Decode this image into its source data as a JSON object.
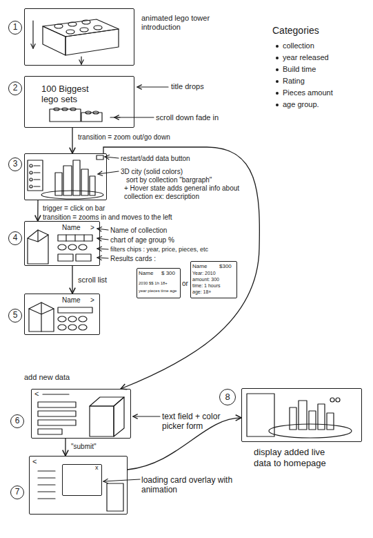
{
  "diagram": {
    "nodes": [
      {
        "text": [
          "1"
        ]
      },
      {
        "text": [
          "2",
          "100 Biggest lego sets"
        ]
      },
      {
        "text": [
          "3"
        ]
      },
      {
        "text": [
          "4",
          "Name",
          ">"
        ]
      },
      {
        "text": [
          "Name",
          "$ 300",
          "2030  $$  1h  18+",
          "year pieces time age"
        ]
      },
      {
        "text": [
          "Name",
          "$300",
          "Year: 2010",
          "amount: 300",
          "time: 1 hours",
          "age: 18+"
        ]
      },
      {
        "text": [
          "5",
          "Name",
          ">"
        ]
      },
      {
        "text": [
          "6",
          "<"
        ]
      },
      {
        "text": [
          "7",
          "<"
        ]
      },
      {
        "text": [
          "x"
        ],
        "in": 8
      },
      {
        "text": [
          "8"
        ]
      }
    ],
    "edges": [
      {
        "from": 1,
        "to": 2,
        "arrow": "to",
        "label": "transition = zoom out/go down"
      },
      {
        "from": 2,
        "to": 3,
        "arrow": "to",
        "label": "trigger = click on bar"
      },
      {
        "from": 3,
        "to": 6,
        "arrow": "to",
        "label": "scroll list"
      },
      {
        "from": 2,
        "to": 7,
        "arrow": "to"
      },
      {
        "from": 7,
        "to": 8,
        "arrow": "to",
        "label": "\"submit\""
      },
      {
        "from": 8,
        "to": 10,
        "arrow": "to"
      }
    ],
    "labels": [
      "animated lego tower introduction",
      "Categories",
      "collection",
      "year released",
      "Build time",
      "Rating",
      "Pieces amount",
      "age group.",
      "title drops",
      "scroll down fade in",
      "restart/add data button",
      "3D city (solid colors)",
      "sort by collection \"bargraph\"",
      "+ Hover state adds general info about collection ex: description",
      "transition = zooms in and moves to the left",
      "Name of collection",
      "chart of age group %",
      "filters chips : year, price, pieces, etc",
      "Results cards :",
      "or",
      "add new data",
      "text field + color picker form",
      "loading card overlay with animation",
      "display added live data to homepage"
    ]
  }
}
